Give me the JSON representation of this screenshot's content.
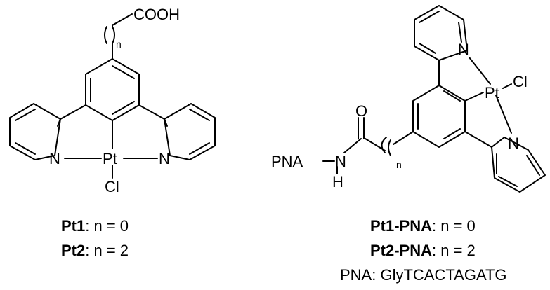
{
  "left_structure": {
    "carboxyl": "COOH",
    "subscript_n": "n",
    "N_left": "N",
    "N_right": "N",
    "metal": "Pt",
    "chloride": "Cl"
  },
  "right_structure": {
    "oxygen": "O",
    "pna_group": "PNA",
    "amide_N": "N",
    "amide_H": "H",
    "subscript_n": "n",
    "N_top": "N",
    "N_bottom": "N",
    "metal": "Pt",
    "chloride": "Cl"
  },
  "captions": {
    "left_1": {
      "name": "Pt1",
      "rest": ": n = 0"
    },
    "left_2": {
      "name": "Pt2",
      "rest": ": n = 2"
    },
    "right_1": {
      "name": "Pt1-PNA",
      "rest": ": n = 0"
    },
    "right_2": {
      "name": "Pt2-PNA",
      "rest": ": n = 2"
    },
    "right_3": "PNA: GlyTCACTAGATG"
  }
}
